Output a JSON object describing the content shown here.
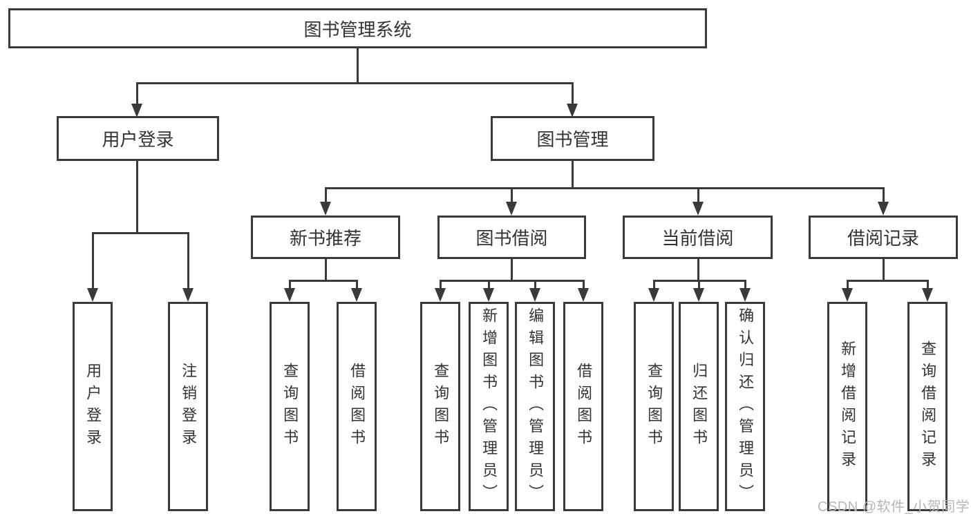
{
  "colors": {
    "line": "#3a3a3a",
    "text": "#333333",
    "background": "#ffffff",
    "watermark": "#b4b8bc"
  },
  "nodes": {
    "root": {
      "label": "图书管理系统"
    },
    "user_login": {
      "label": "用户登录"
    },
    "book_mgmt": {
      "label": "图书管理"
    },
    "new_book_rec": {
      "label": "新书推荐"
    },
    "book_borrow": {
      "label": "图书借阅"
    },
    "current_borrow": {
      "label": "当前借阅"
    },
    "borrow_record": {
      "label": "借阅记录"
    },
    "leaf_user_login": {
      "label": "用户登录"
    },
    "leaf_logout": {
      "label": "注销登录"
    },
    "leaf_nbr_query": {
      "label": "查询图书"
    },
    "leaf_nbr_borrow": {
      "label": "借阅图书"
    },
    "leaf_bb_query": {
      "label": "查询图书"
    },
    "leaf_bb_add": {
      "label": "新增图书（管理员）"
    },
    "leaf_bb_edit": {
      "label": "编辑图书（管理员）"
    },
    "leaf_bb_borrow": {
      "label": "借阅图书"
    },
    "leaf_cb_query": {
      "label": "查询图书"
    },
    "leaf_cb_return": {
      "label": "归还图书"
    },
    "leaf_cb_confirm": {
      "label": "确认归还（管理员）"
    },
    "leaf_br_add": {
      "label": "新增借阅记录"
    },
    "leaf_br_query": {
      "label": "查询借阅记录"
    }
  },
  "hierarchy": {
    "图书管理系统": [
      "用户登录",
      "图书管理"
    ],
    "用户登录": [
      "用户登录",
      "注销登录"
    ],
    "图书管理": [
      "新书推荐",
      "图书借阅",
      "当前借阅",
      "借阅记录"
    ],
    "新书推荐": [
      "查询图书",
      "借阅图书"
    ],
    "图书借阅": [
      "查询图书",
      "新增图书（管理员）",
      "编辑图书（管理员）",
      "借阅图书"
    ],
    "当前借阅": [
      "查询图书",
      "归还图书",
      "确认归还（管理员）"
    ],
    "借阅记录": [
      "新增借阅记录",
      "查询借阅记录"
    ]
  },
  "watermark": {
    "text": "CSDN @软件_小贺同学"
  }
}
